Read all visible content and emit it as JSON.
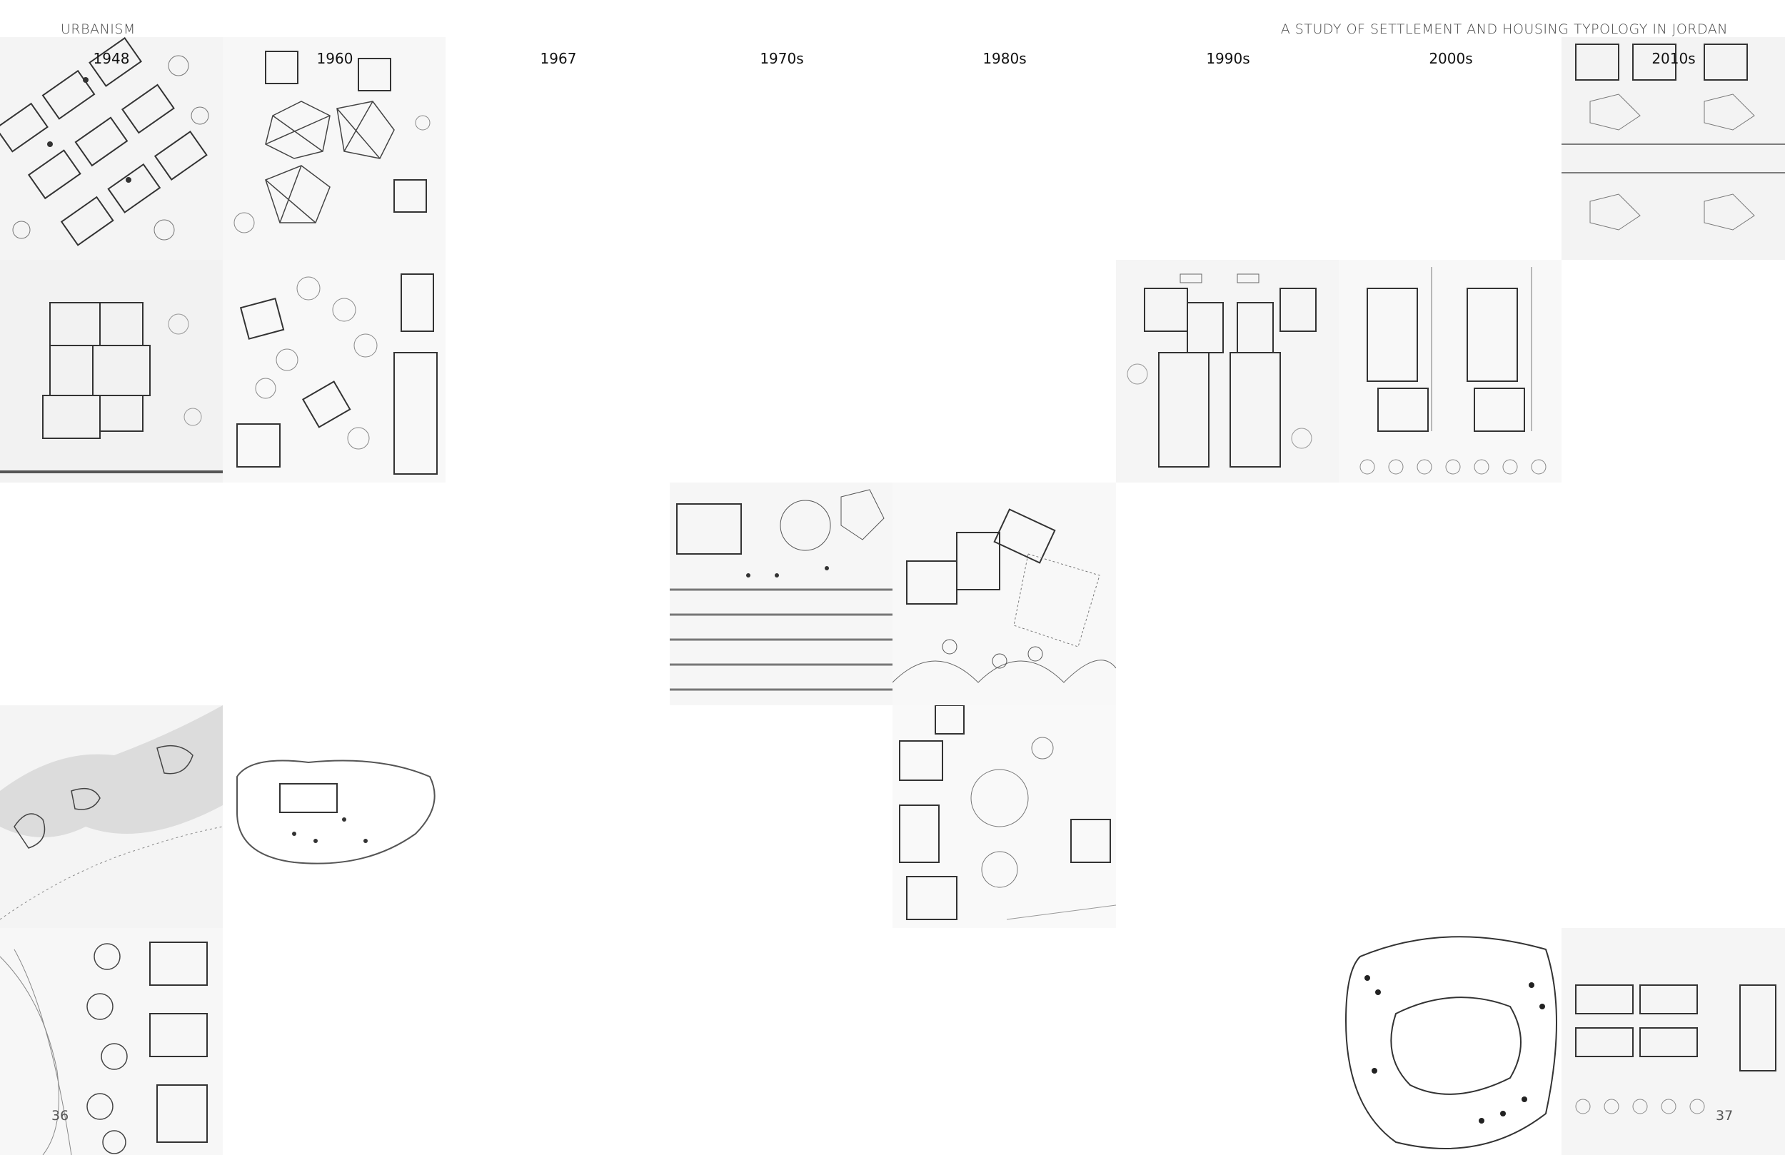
{
  "header": {
    "left": "URBANISM",
    "right": "A STUDY OF SETTLEMENT AND HOUSING TYPOLOGY IN JORDAN"
  },
  "timeline": [
    "1948",
    "1960",
    "1967",
    "1970s",
    "1980s",
    "1990s",
    "2000s",
    "2010s"
  ],
  "page_numbers": {
    "left": "36",
    "right": "37"
  }
}
